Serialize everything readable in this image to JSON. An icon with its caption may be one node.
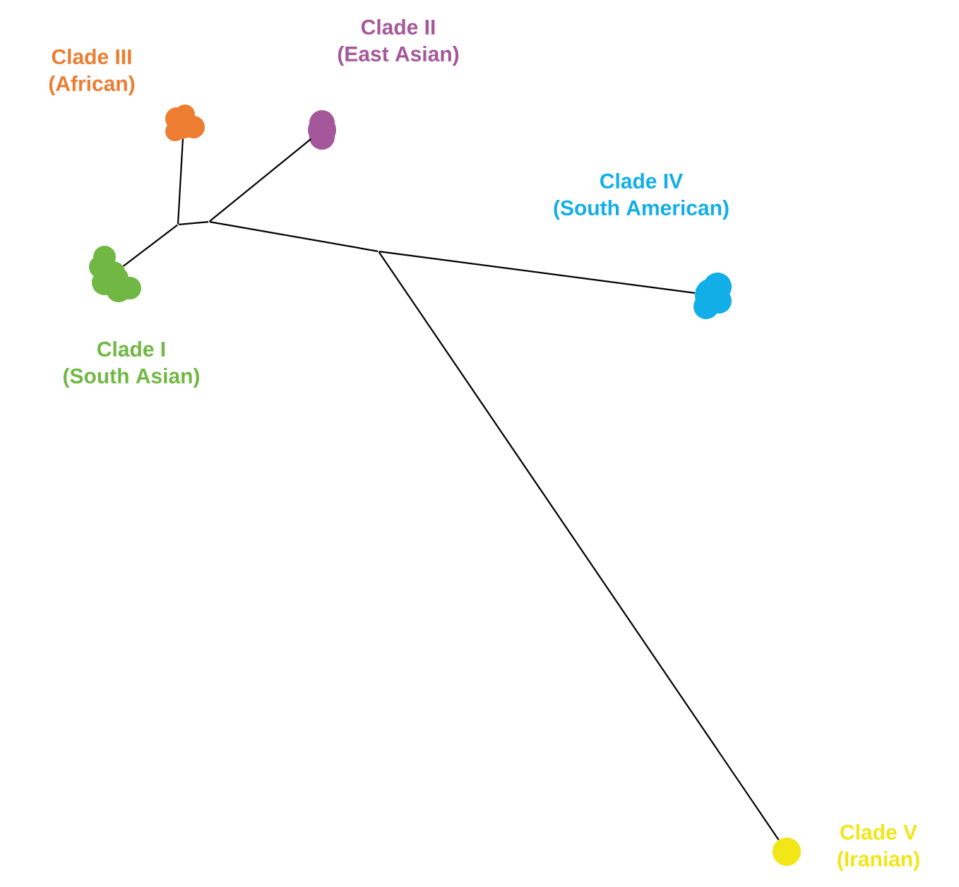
{
  "diagram": {
    "nodes": [
      {
        "text": [],
        "shape": "circle",
        "beside": [
          "Clade III",
          "(African)"
        ]
      },
      {
        "text": [],
        "shape": "circle",
        "beside": [
          "Clade II",
          "(East Asian)"
        ]
      },
      {
        "text": [],
        "shape": "circle",
        "beside": [
          "Clade IV",
          "(South American)"
        ]
      },
      {
        "text": [],
        "shape": "circle",
        "beside": [
          "Clade I",
          "(South Asian)"
        ]
      },
      {
        "text": [],
        "shape": "circle",
        "beside": [
          "Clade V",
          "(Iranian)"
        ]
      },
      {
        "text": [],
        "shape": "point"
      },
      {
        "text": [],
        "shape": "point"
      },
      {
        "text": [],
        "shape": "point"
      }
    ],
    "edges": [
      {
        "from": 5,
        "to": 3,
        "arrow": "none"
      },
      {
        "from": 5,
        "to": 0,
        "arrow": "none"
      },
      {
        "from": 5,
        "to": 6,
        "arrow": "none"
      },
      {
        "from": 6,
        "to": 1,
        "arrow": "none"
      },
      {
        "from": 6,
        "to": 7,
        "arrow": "none"
      },
      {
        "from": 7,
        "to": 2,
        "arrow": "none"
      },
      {
        "from": 7,
        "to": 4,
        "arrow": "none"
      }
    ]
  }
}
